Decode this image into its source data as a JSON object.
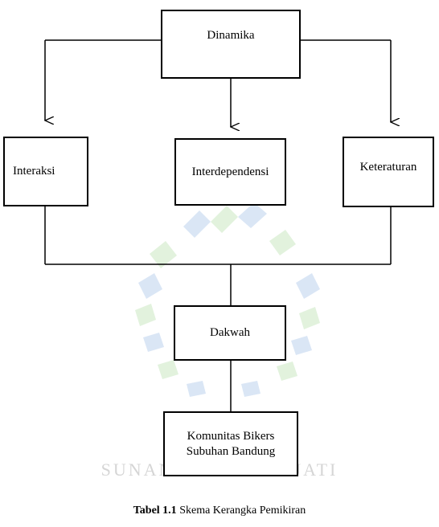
{
  "diagram": {
    "nodes": {
      "dinamika": "Dinamika",
      "interaksi": "Interaksi",
      "interdependensi": "Interdependensi",
      "keteraturan": "Keteraturan",
      "dakwah": "Dakwah",
      "komunitas_line1": "Komunitas Bikers",
      "komunitas_line2": "Subuhan Bandung"
    },
    "watermark_text": "SUNAN GUNUNG DJATI"
  },
  "caption": {
    "label": "Tabel 1.1",
    "text": " Skema Kerangka Pemikiran"
  },
  "colors": {
    "line": "#000000",
    "watermark_blue": "#5b8fd6",
    "watermark_green": "#7dc56a"
  }
}
